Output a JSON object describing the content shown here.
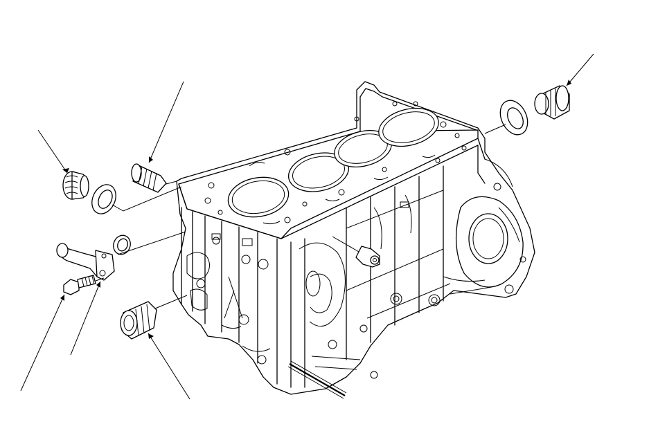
{
  "diagram": {
    "subject": "engine-block-exploded-view",
    "line_color": "#000000",
    "background_color": "#ffffff",
    "parts": [
      {
        "id": "plug-left-top",
        "icon": "threaded-plug-icon"
      },
      {
        "id": "washer-left-top",
        "icon": "sealing-washer-icon"
      },
      {
        "id": "plug-left-mid",
        "icon": "threaded-plug-icon"
      },
      {
        "id": "plug-right-top",
        "icon": "threaded-plug-icon"
      },
      {
        "id": "washer-right-top",
        "icon": "sealing-washer-icon"
      },
      {
        "id": "hose-fitting",
        "icon": "hose-fitting-icon"
      },
      {
        "id": "o-ring",
        "icon": "o-ring-icon"
      },
      {
        "id": "flange-bolt",
        "icon": "bolt-icon"
      },
      {
        "id": "plug-left-bottom",
        "icon": "threaded-plug-icon"
      },
      {
        "id": "oil-pressure-sensor",
        "icon": "sensor-icon"
      }
    ]
  }
}
